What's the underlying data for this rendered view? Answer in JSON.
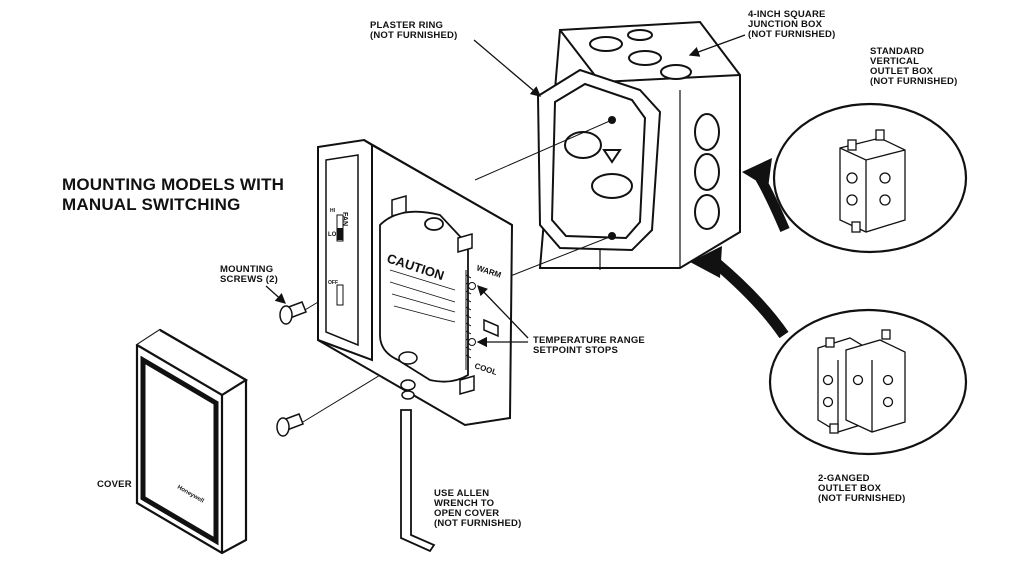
{
  "title": {
    "line1": "MOUNTING MODELS WITH",
    "line2": "MANUAL SWITCHING"
  },
  "labels": {
    "plaster_ring": [
      "PLASTER RING",
      "(NOT FURNISHED)"
    ],
    "junction_box": [
      "4-INCH SQUARE",
      "JUNCTION BOX",
      "(NOT FURNISHED)"
    ],
    "vertical_box": [
      "STANDARD",
      "VERTICAL",
      "OUTLET BOX",
      "(NOT FURNISHED)"
    ],
    "mounting_screws": [
      "MOUNTING",
      "SCREWS (2)"
    ],
    "temp_stops": [
      "TEMPERATURE RANGE",
      "SETPOINT STOPS"
    ],
    "cover": [
      "COVER"
    ],
    "allen_wrench": [
      "USE ALLEN",
      "WRENCH TO",
      "OPEN COVER",
      "(NOT FURNISHED)"
    ],
    "ganged_box": [
      "2-GANGED",
      "OUTLET BOX",
      "(NOT FURNISHED)"
    ]
  },
  "device_text": {
    "fan": "FAN",
    "hi": "HI",
    "lo": "LO",
    "off": "OFF",
    "caution": "CAUTION",
    "warm": "WARM",
    "cool": "COOL",
    "brand": "Honeywell"
  }
}
